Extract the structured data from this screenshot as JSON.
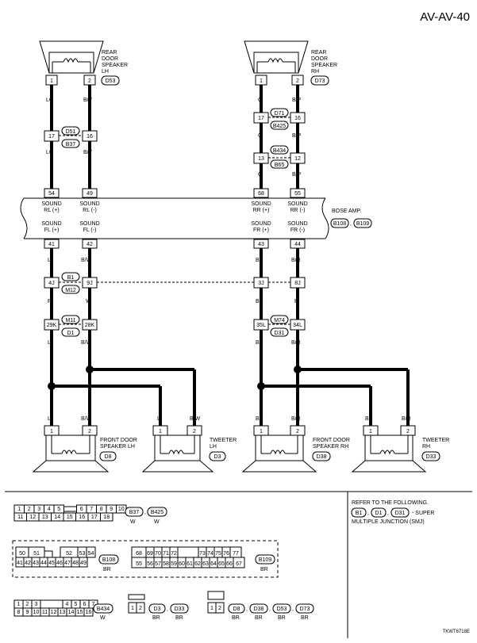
{
  "page_id": "AV-AV-40",
  "components": {
    "rear_lh": {
      "lines": [
        "REAR",
        "DOOR",
        "SPEAKER",
        "LH"
      ],
      "connector": "D53",
      "pins": [
        "1",
        "2"
      ]
    },
    "rear_rh": {
      "lines": [
        "REAR",
        "DOOR",
        "SPEAKER",
        "RH"
      ],
      "connector": "D73",
      "pins": [
        "1",
        "2"
      ]
    },
    "front_lh": {
      "lines": [
        "FRONT DOOR",
        "SPEAKER LH"
      ],
      "connector": "D8",
      "pins": [
        "1",
        "2"
      ]
    },
    "tweeter_lh": {
      "lines": [
        "TWEETER",
        "LH"
      ],
      "connector": "D3",
      "pins": [
        "1",
        "2"
      ]
    },
    "front_rh": {
      "lines": [
        "FRONT DOOR",
        "SPEAKER RH"
      ],
      "connector": "D38",
      "pins": [
        "1",
        "2"
      ]
    },
    "tweeter_rh": {
      "lines": [
        "TWEETER",
        "RH"
      ],
      "connector": "D33",
      "pins": [
        "1",
        "2"
      ]
    }
  },
  "wire_colors": {
    "rear_lh_a": "LG",
    "rear_lh_b": "B/Y",
    "rear_rh_a": "O",
    "rear_rh_b": "B/P",
    "front_lh_a1": "L",
    "front_lh_b1": "B/W",
    "front_lh_a2": "P",
    "front_lh_b2": "W",
    "front_rh_a1": "BR",
    "front_rh_b1": "B/R",
    "front_rh_a2": "BR",
    "front_rh_b2": "R"
  },
  "junctions": {
    "j_d51": {
      "pins": [
        "17",
        "16"
      ],
      "top": "D51",
      "bottom": "B37"
    },
    "j_d71": {
      "pins": [
        "17",
        "16"
      ],
      "top": "D71",
      "bottom": "B425"
    },
    "j_b434": {
      "pins": [
        "13",
        "12"
      ],
      "top": "B434",
      "bottom": "B65"
    },
    "j_b1": {
      "pins": [
        "4J",
        "9J"
      ],
      "top": "B1",
      "bottom": "M12"
    },
    "j_b1r": {
      "pins": [
        "3J",
        "8J"
      ]
    },
    "j_m11": {
      "pins": [
        "29K",
        "28K"
      ],
      "top": "M11",
      "bottom": "D1"
    },
    "j_m74": {
      "pins": [
        "35L",
        "34L"
      ],
      "top": "M74",
      "bottom": "D31"
    }
  },
  "amp": {
    "name": "BOSE AMP.",
    "connectors": [
      "B108",
      "B109"
    ],
    "top_pins": [
      "54",
      "49",
      "68",
      "55"
    ],
    "top_labels": [
      [
        "SOUND",
        "RL (+)"
      ],
      [
        "SOUND",
        "RL (-)"
      ],
      [
        "SOUND",
        "RR (+)"
      ],
      [
        "SOUND",
        "RR (-)"
      ]
    ],
    "bottom_pins": [
      "41",
      "42",
      "43",
      "44"
    ],
    "bottom_labels": [
      [
        "SOUND",
        "FL (+)"
      ],
      [
        "SOUND",
        "FL (-)"
      ],
      [
        "SOUND",
        "FR (+)"
      ],
      [
        "SOUND",
        "FR (-)"
      ]
    ]
  },
  "legend": {
    "conn1_top": [
      "1",
      "2",
      "3",
      "4",
      "5",
      "6",
      "7",
      "8",
      "9",
      "10"
    ],
    "conn1_bottom": [
      "11",
      "12",
      "13",
      "14",
      "15",
      "16",
      "17",
      "18"
    ],
    "conn1_labels": [
      "B37",
      "B425"
    ],
    "conn1_color": "W",
    "conn2_left_top": [
      "50",
      "51",
      "52",
      "53",
      "54"
    ],
    "conn2_left_bottom": [
      "41",
      "42",
      "43",
      "44",
      "45",
      "46",
      "47",
      "48",
      "49"
    ],
    "conn2_left_label": "B108",
    "conn2_right_top": [
      "68",
      "69",
      "70",
      "71",
      "72",
      "73",
      "74",
      "75",
      "76",
      "77"
    ],
    "conn2_right_bottom": [
      "55",
      "56",
      "57",
      "58",
      "59",
      "60",
      "61",
      "62",
      "63",
      "64",
      "65",
      "66",
      "67"
    ],
    "conn2_right_label": "B109",
    "conn2_color": "BR",
    "conn3_top": [
      "1",
      "2",
      "3",
      "4",
      "5",
      "6",
      "7"
    ],
    "conn3_bottom": [
      "8",
      "9",
      "10",
      "11",
      "12",
      "13",
      "14",
      "15",
      "16"
    ],
    "conn3_label": "B434",
    "conn3_color": "W",
    "conn4_pins": [
      "1",
      "2"
    ],
    "conn4_labels": [
      "D3",
      "D33"
    ],
    "conn4_color": "BR",
    "conn5_pins": [
      "1",
      "2"
    ],
    "conn5_labels": [
      "D8",
      "D38",
      "D53",
      "D73"
    ],
    "conn5_color": "BR",
    "refer_text": [
      "REFER TO THE FOLLOWING.",
      "- SUPER",
      "MULTIPLE JUNCTION (SMJ)"
    ],
    "refer_labels": [
      "B1",
      "D1",
      "D31"
    ],
    "image_code": "TKWT6718E"
  }
}
